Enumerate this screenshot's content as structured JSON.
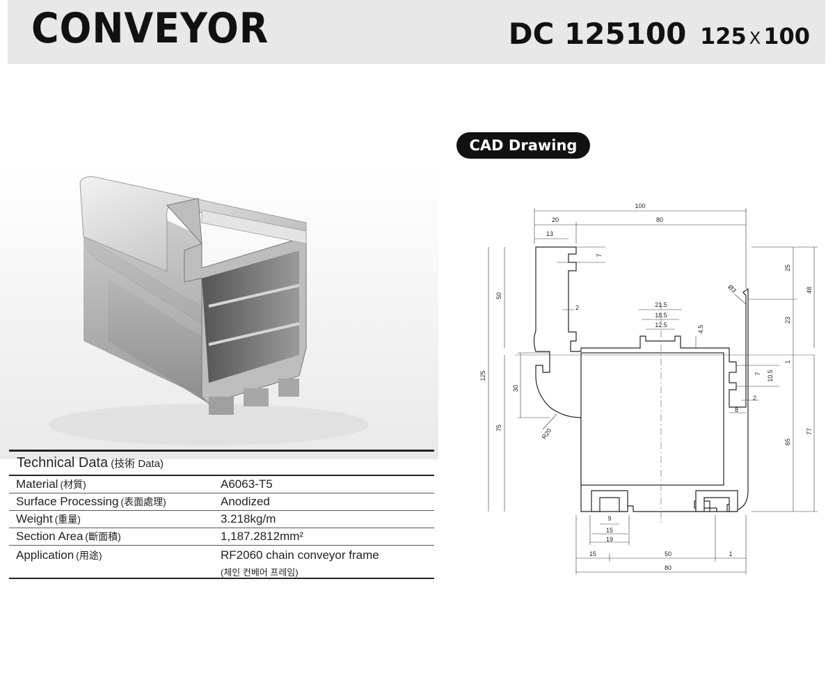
{
  "header": {
    "title": "CONVEYOR",
    "model_code": "DC 125100",
    "size_w": "125",
    "size_x": "X",
    "size_h": "100"
  },
  "cad_label": "CAD Drawing",
  "tech": {
    "title": "Technical Data",
    "title_sub": "(技術  Data)",
    "rows": [
      {
        "label": "Material",
        "label_cn": "(材質)",
        "value": "A6063-T5"
      },
      {
        "label": "Surface Processing",
        "label_cn": "(表面處理)",
        "value": "Anodized"
      },
      {
        "label": "Weight",
        "label_cn": "(重量)",
        "value": "3.218kg/m"
      },
      {
        "label": "Section Area",
        "label_cn": "(斷面積)",
        "value": "1,187.2812mm²"
      },
      {
        "label": "Application",
        "label_cn": "(用途)",
        "value": "RF2060 chain conveyor frame",
        "note": "(체인 컨베어 프레임)"
      }
    ]
  },
  "dims": {
    "d100": "100",
    "d20": "20",
    "d80top": "80",
    "d13": "13",
    "d7a": "7",
    "d50": "50",
    "d2a": "2",
    "d25": "25",
    "d48": "48",
    "d23": "23",
    "phi3": "Ø3",
    "d215": "21.5",
    "d185": "18.5",
    "d125": "12.5",
    "d45": "4.5",
    "d1a": "1",
    "d7b": "7",
    "d105": "10.5",
    "d2b": "2",
    "d8": "8",
    "d125v": "125",
    "d30": "30",
    "r20": "R20",
    "d75": "75",
    "d65": "65",
    "d77": "77",
    "d9": "9",
    "d15a": "15",
    "d19": "19",
    "d15b": "15",
    "d50b": "50",
    "d1b": "1",
    "d80bot": "80"
  }
}
